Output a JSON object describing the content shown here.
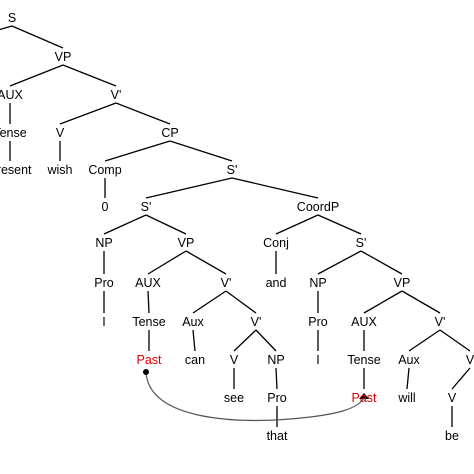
{
  "diagram": {
    "type": "syntax-tree",
    "colors": {
      "line": "#000000",
      "text": "#000000",
      "highlight": "#e00000",
      "arc": "#555555"
    },
    "labels": {
      "s_root": "S",
      "vp_main": "VP",
      "aux_main": "AUX",
      "vbar_main": "V'",
      "tense_main": "Tense",
      "present": "Present",
      "v_wish": "V",
      "cp": "CP",
      "wish": "wish",
      "comp": "Comp",
      "sbar_cp": "S'",
      "zero": "0",
      "sbar_left": "S'",
      "coordp": "CoordP",
      "np_left": "NP",
      "vp_left": "VP",
      "conj": "Conj",
      "sbar_right": "S'",
      "pro_left": "Pro",
      "aux_left": "AUX",
      "vbar_left": "V'",
      "and": "and",
      "np_right": "NP",
      "vp_right": "VP",
      "i_left": "I",
      "tense_left": "Tense",
      "aux2_left": "Aux",
      "vbar2_left": "V'",
      "pro_right": "Pro",
      "aux_right": "AUX",
      "vbar_right": "V'",
      "past_left": "Past",
      "can": "can",
      "v_see": "V",
      "np_obj": "NP",
      "i_right": "I",
      "tense_right": "Tense",
      "aux2_right": "Aux",
      "v_partial": "V",
      "see": "see",
      "pro_obj": "Pro",
      "past_right": "Past",
      "will": "will",
      "v_be": "V",
      "that": "that",
      "be": "be"
    }
  }
}
